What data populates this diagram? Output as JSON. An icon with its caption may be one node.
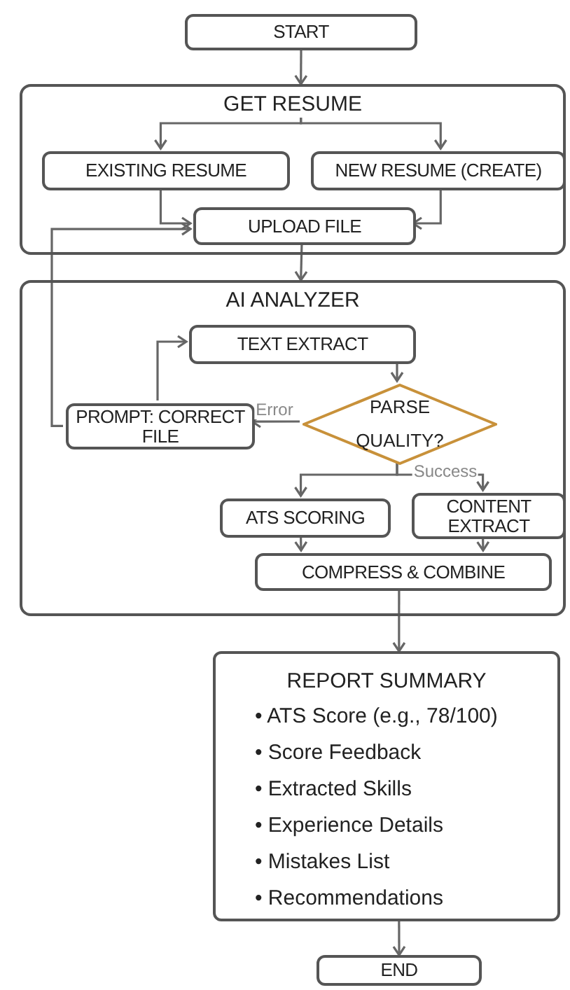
{
  "diagram": {
    "nodes": [
      {
        "text": [
          "START"
        ]
      },
      {
        "text": [
          "GET RESUME"
        ]
      },
      {
        "text": [
          "EXISTING RESUME"
        ],
        "in": 1
      },
      {
        "text": [
          "NEW RESUME (CREATE)"
        ],
        "in": 1
      },
      {
        "text": [
          "UPLOAD FILE"
        ],
        "in": 1
      },
      {
        "text": [
          "AI ANALYZER"
        ]
      },
      {
        "text": [
          "TEXT EXTRACT"
        ],
        "in": 5
      },
      {
        "text": [
          "PROMPT: CORRECT FILE"
        ],
        "in": 5
      },
      {
        "text": [
          "PARSE QUALITY?"
        ],
        "in": 5
      },
      {
        "text": [
          "ATS SCORING"
        ],
        "in": 5
      },
      {
        "text": [
          "CONTENT EXTRACT"
        ],
        "in": 5
      },
      {
        "text": [
          "COMPRESS & COMBINE"
        ],
        "in": 5
      },
      {
        "text": [
          "REPORT SUMMARY",
          "• ATS Score (e.g., 78/100)",
          "• Score Feedback",
          "• Extracted Skills",
          "• Experience Details",
          "• Mistakes List",
          "• Recommendations"
        ]
      },
      {
        "text": [
          "END"
        ]
      }
    ],
    "edges": [
      {
        "from": 0,
        "to": 1,
        "arrow": "to"
      },
      {
        "from": 1,
        "to": 2,
        "arrow": "to"
      },
      {
        "from": 1,
        "to": 3,
        "arrow": "to"
      },
      {
        "from": 2,
        "to": 4,
        "arrow": "to"
      },
      {
        "from": 3,
        "to": 4,
        "arrow": "to"
      },
      {
        "from": 4,
        "to": 5,
        "arrow": "to"
      },
      {
        "from": 7,
        "to": 4,
        "arrow": "to"
      },
      {
        "from": 7,
        "to": 6,
        "arrow": "to"
      },
      {
        "from": 6,
        "to": 8,
        "arrow": "to"
      },
      {
        "from": 8,
        "to": 7,
        "arrow": "to",
        "label": "Error"
      },
      {
        "from": 8,
        "to": 9,
        "arrow": "to"
      },
      {
        "from": 8,
        "to": 10,
        "arrow": "to",
        "label": "Success"
      },
      {
        "from": 9,
        "to": 11,
        "arrow": "to"
      },
      {
        "from": 10,
        "to": 11,
        "arrow": "to"
      },
      {
        "from": 11,
        "to": 12,
        "arrow": "to"
      },
      {
        "from": 12,
        "to": 13,
        "arrow": "to"
      }
    ]
  }
}
